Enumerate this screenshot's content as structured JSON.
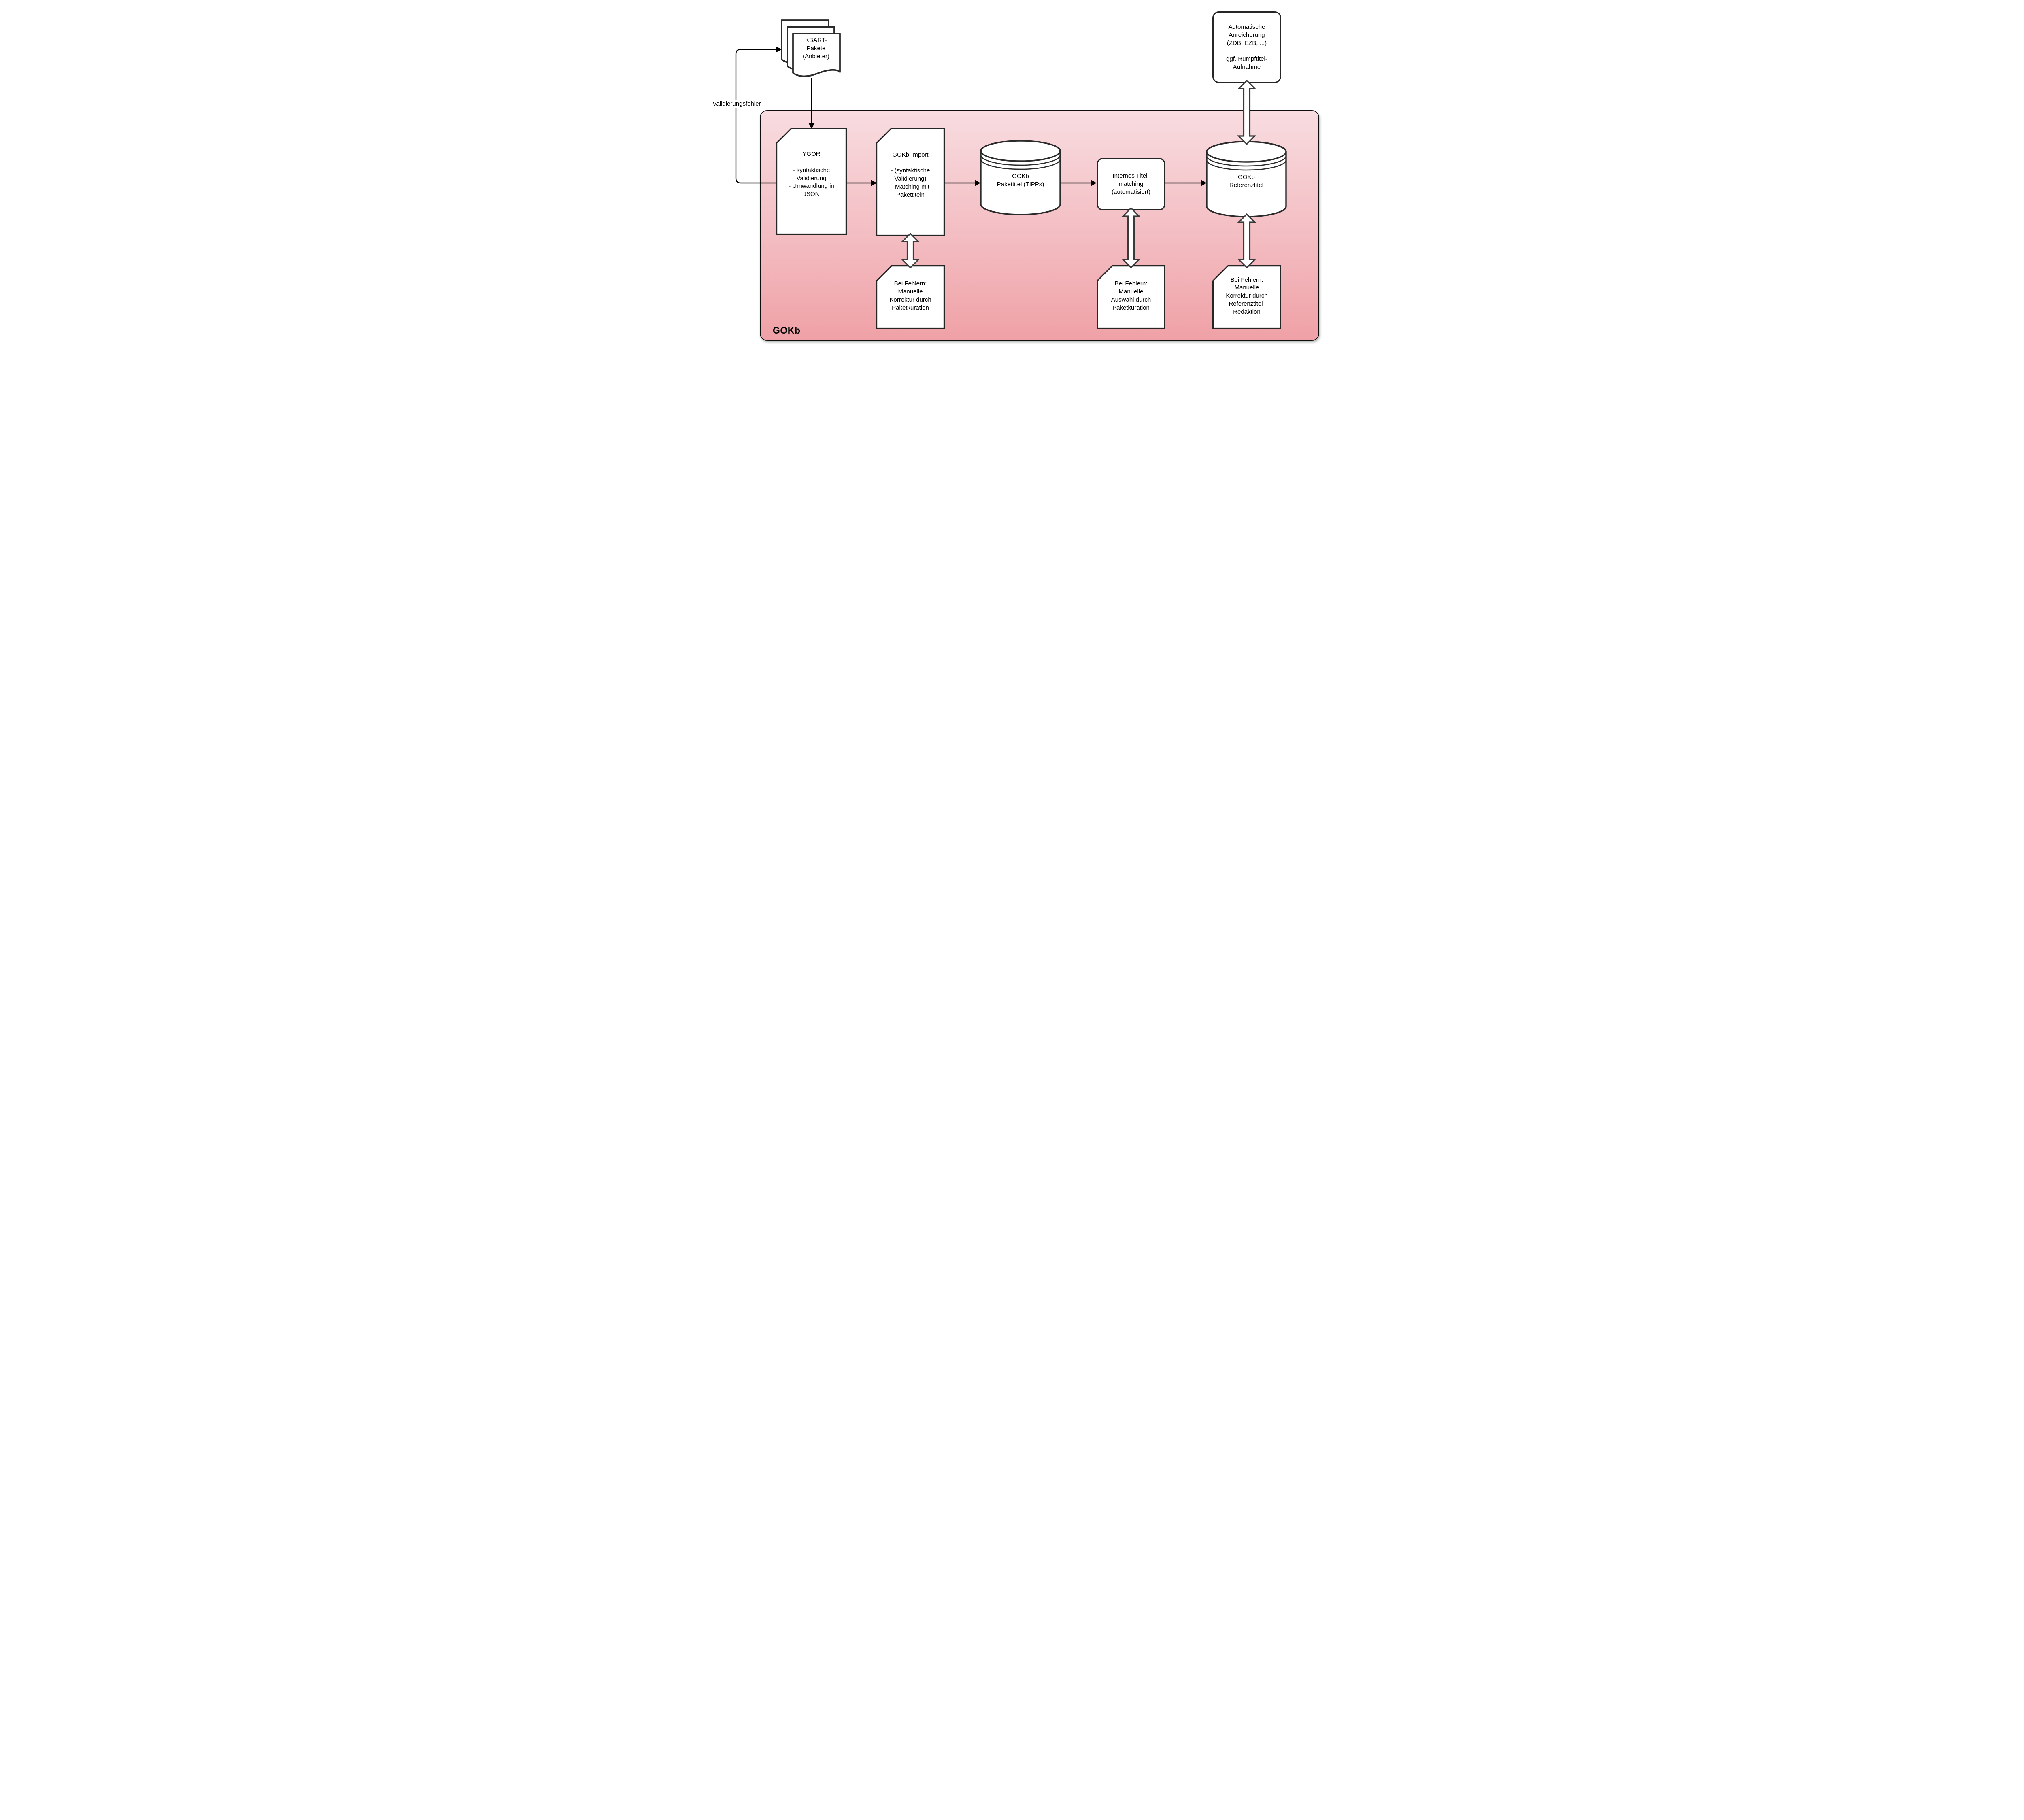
{
  "diagram": {
    "container": {
      "label": "GOKb"
    },
    "nodes": {
      "kbart_pakete": {
        "label": "KBART-\nPakete\n(Anbieter)",
        "shape": "document-stack"
      },
      "ygor": {
        "label": "YGOR\n\n- syntaktische\nValidierung\n- Umwandlung in\nJSON",
        "shape": "card"
      },
      "gokb_import": {
        "label": "GOKb-Import\n\n- (syntaktische\nValidierung)\n- Matching mit\nPakettiteln",
        "shape": "card"
      },
      "gokb_pakettitel": {
        "label": "GOKb\nPakettitel (TIPPs)",
        "shape": "database-cylinder"
      },
      "internes_titelmatching": {
        "label": "Internes Titel-\nmatching\n(automatisiert)",
        "shape": "rounded-rectangle"
      },
      "gokb_referenztitel": {
        "label": "GOKb\nReferenztitel",
        "shape": "database-cylinder"
      },
      "automatische_anreicherung": {
        "label": "Automatische\nAnreicherung\n(ZDB, EZB, ...)\n\nggf. Rumpftitel-\nAufnahme",
        "shape": "rounded-rectangle"
      },
      "fehler_korrektur_paketkuration": {
        "label": "Bei Fehlern:\nManuelle\nKorrektur durch\nPaketkuration",
        "shape": "card"
      },
      "fehler_auswahl_paketkuration": {
        "label": "Bei Fehlern:\nManuelle\nAuswahl durch\nPaketkuration",
        "shape": "card"
      },
      "fehler_referenztitel_redaktion": {
        "label": "Bei Fehlern:\nManuelle\nKorrektur durch\nReferenztitel-\nRedaktion",
        "shape": "card"
      }
    },
    "edge_labels": {
      "validierungsfehler": "Validierungsfehler"
    },
    "edges": [
      {
        "from": "kbart_pakete",
        "to": "ygor",
        "type": "arrow"
      },
      {
        "from": "ygor",
        "to": "kbart_pakete",
        "type": "elbow-arrow",
        "label": "Validierungsfehler"
      },
      {
        "from": "ygor",
        "to": "gokb_import",
        "type": "arrow"
      },
      {
        "from": "gokb_import",
        "to": "gokb_pakettitel",
        "type": "arrow"
      },
      {
        "from": "gokb_pakettitel",
        "to": "internes_titelmatching",
        "type": "arrow"
      },
      {
        "from": "internes_titelmatching",
        "to": "gokb_referenztitel",
        "type": "arrow"
      },
      {
        "from": "gokb_import",
        "to": "fehler_korrektur_paketkuration",
        "type": "double-arrow"
      },
      {
        "from": "internes_titelmatching",
        "to": "fehler_auswahl_paketkuration",
        "type": "double-arrow"
      },
      {
        "from": "gokb_referenztitel",
        "to": "fehler_referenztitel_redaktion",
        "type": "double-arrow"
      },
      {
        "from": "gokb_referenztitel",
        "to": "automatische_anreicherung",
        "type": "double-arrow"
      }
    ],
    "colors": {
      "container_fill_top": "#f8dce0",
      "container_fill_bottom": "#efa1a6",
      "container_border": "#0f0f0f",
      "shape_fill": "#ffffff",
      "shape_stroke": "#262626",
      "connector": "#000000",
      "double_arrow_fill": "#ffffff",
      "double_arrow_stroke": "#3a3a3a",
      "text": "#000000",
      "background": "#ffffff"
    }
  }
}
